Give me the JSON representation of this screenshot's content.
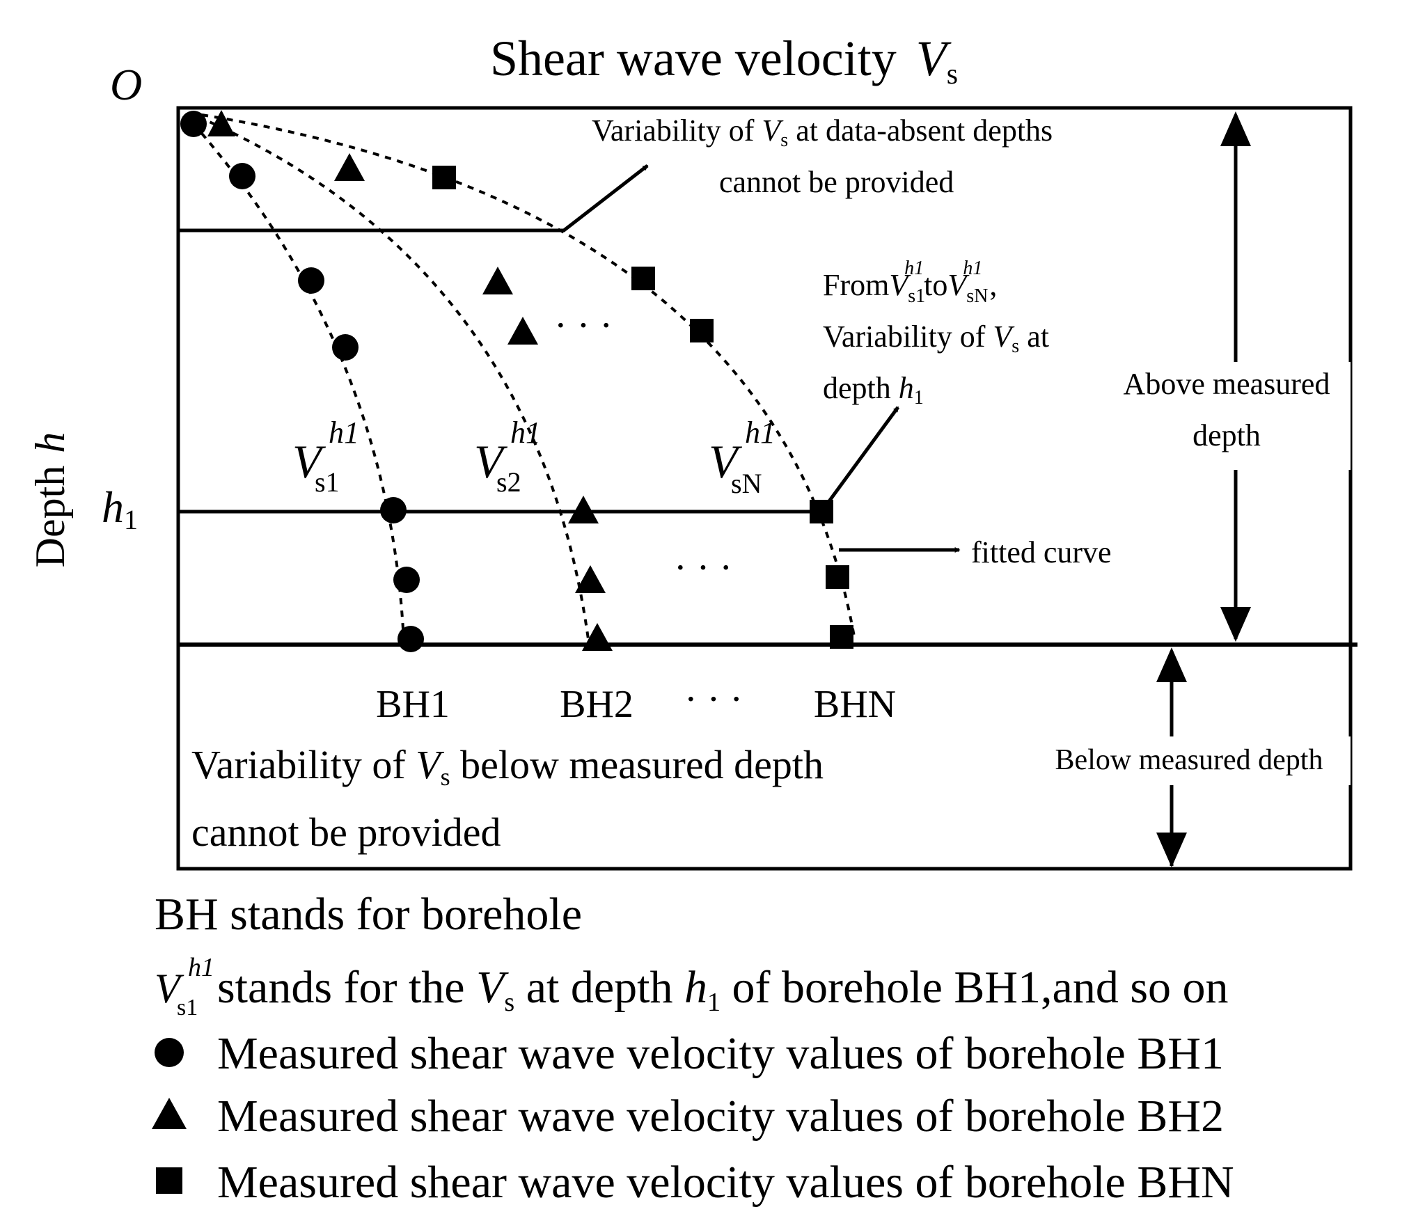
{
  "title": {
    "text": "Shear wave velocity",
    "symbol_main": "V",
    "symbol_sub": "s"
  },
  "axis": {
    "origin_label": "O",
    "ylabel_text": "Depth",
    "ylabel_var": "h",
    "h1_main": "h",
    "h1_sub": "1"
  },
  "notes": {
    "top_line1_a": "Variability of ",
    "top_line1_v": "V",
    "top_line1_sub": "s",
    "top_line1_b": " at data-absent depths",
    "top_line2": "cannot be provided",
    "from_a": "From",
    "from_v1": "V",
    "from_v1_sub": "s1",
    "from_v1_sup": "h1",
    "from_to": "to",
    "from_v2": "V",
    "from_v2_sub": "sN",
    "from_v2_sup": "h1",
    "from_comma": ",",
    "var_a": "Variability  of  ",
    "var_v": "V",
    "var_sub": "s",
    "var_b": "  at",
    "depth_a": "depth ",
    "depth_h": "h",
    "depth_sub": "1",
    "fitted": "fitted curve",
    "above_1": "Above measured",
    "above_2": "depth",
    "below": "Below measured depth",
    "bottom_a": "Variability  of  ",
    "bottom_v": "V",
    "bottom_sub": "s",
    "bottom_b": "  below  measured  depth",
    "bottom_2": "cannot be provided"
  },
  "curve_labels": [
    {
      "main": "V",
      "sub": "s1",
      "sup": "h1"
    },
    {
      "main": "V",
      "sub": "s2",
      "sup": "h1"
    },
    {
      "main": "V",
      "sub": "sN",
      "sup": "h1"
    }
  ],
  "boreholes": [
    "BH1",
    "BH2",
    "BHN"
  ],
  "ellipsis": "· · ·",
  "legend": {
    "bh_note": "BH stands for borehole",
    "vs_note_v": "V",
    "vs_note_sub": "s1",
    "vs_note_sup": "h1",
    "vs_note_a": "  stands for the ",
    "vs_note_v2": "V",
    "vs_note_sub2": "s",
    "vs_note_b": " at depth ",
    "vs_note_h": "h",
    "vs_note_hsub": "1",
    "vs_note_c": " of borehole BH1,and so on",
    "items": [
      {
        "marker": "circle",
        "label": "Measured shear wave velocity values of borehole BH1"
      },
      {
        "marker": "triangle",
        "label": "Measured shear wave velocity values of borehole BH2"
      },
      {
        "marker": "square",
        "label": "Measured shear wave velocity values of borehole BHN"
      }
    ]
  }
}
